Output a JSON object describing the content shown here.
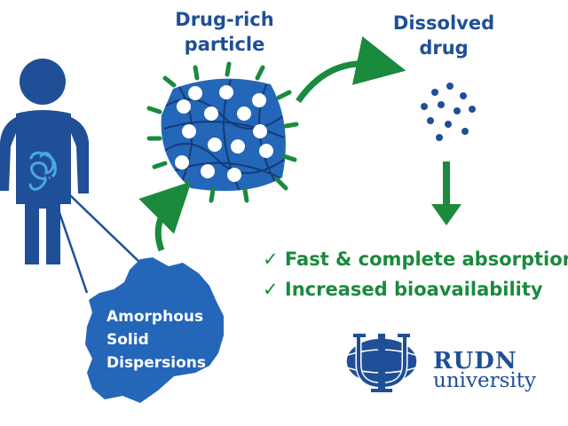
{
  "labels": {
    "drug_rich_particle": [
      "Drug-rich",
      "particle"
    ],
    "dissolved_drug": [
      "Dissolved",
      "drug"
    ],
    "amorphous_solid_dispersions": [
      "Amorphous",
      "Solid",
      "Dispersions"
    ]
  },
  "benefits": [
    {
      "check": "✓",
      "text": "Fast & complete absorption"
    },
    {
      "check": "✓",
      "text": "Increased bioavailability"
    }
  ],
  "logo": {
    "name": "RUDN",
    "subtitle": "university"
  },
  "colors": {
    "primary_blue": "#1f4f96",
    "particle_blue": "#2466b8",
    "green": "#1a8a3c",
    "gut_blue": "#4aa8e0",
    "background": "#ffffff"
  },
  "icons": [
    "human-figure-icon",
    "intestine-icon",
    "drug-rich-particle-icon",
    "dissolved-drug-dots-icon",
    "rudn-globe-logo-icon"
  ]
}
